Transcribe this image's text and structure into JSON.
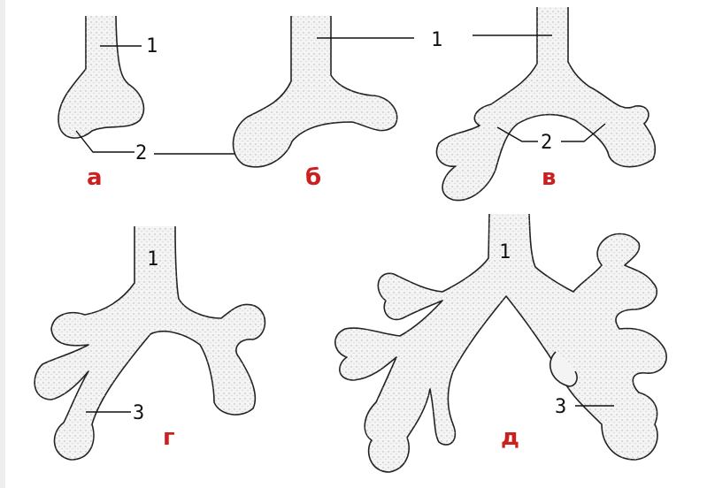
{
  "labels": {
    "one": "1",
    "two": "2",
    "three": "3"
  },
  "stages": {
    "a": "а",
    "b": "б",
    "v": "в",
    "g": "г",
    "d": "д"
  },
  "colors": {
    "stage_letter": "#cc1f1f",
    "outline": "#222222",
    "fill": "#f4f4f4"
  }
}
